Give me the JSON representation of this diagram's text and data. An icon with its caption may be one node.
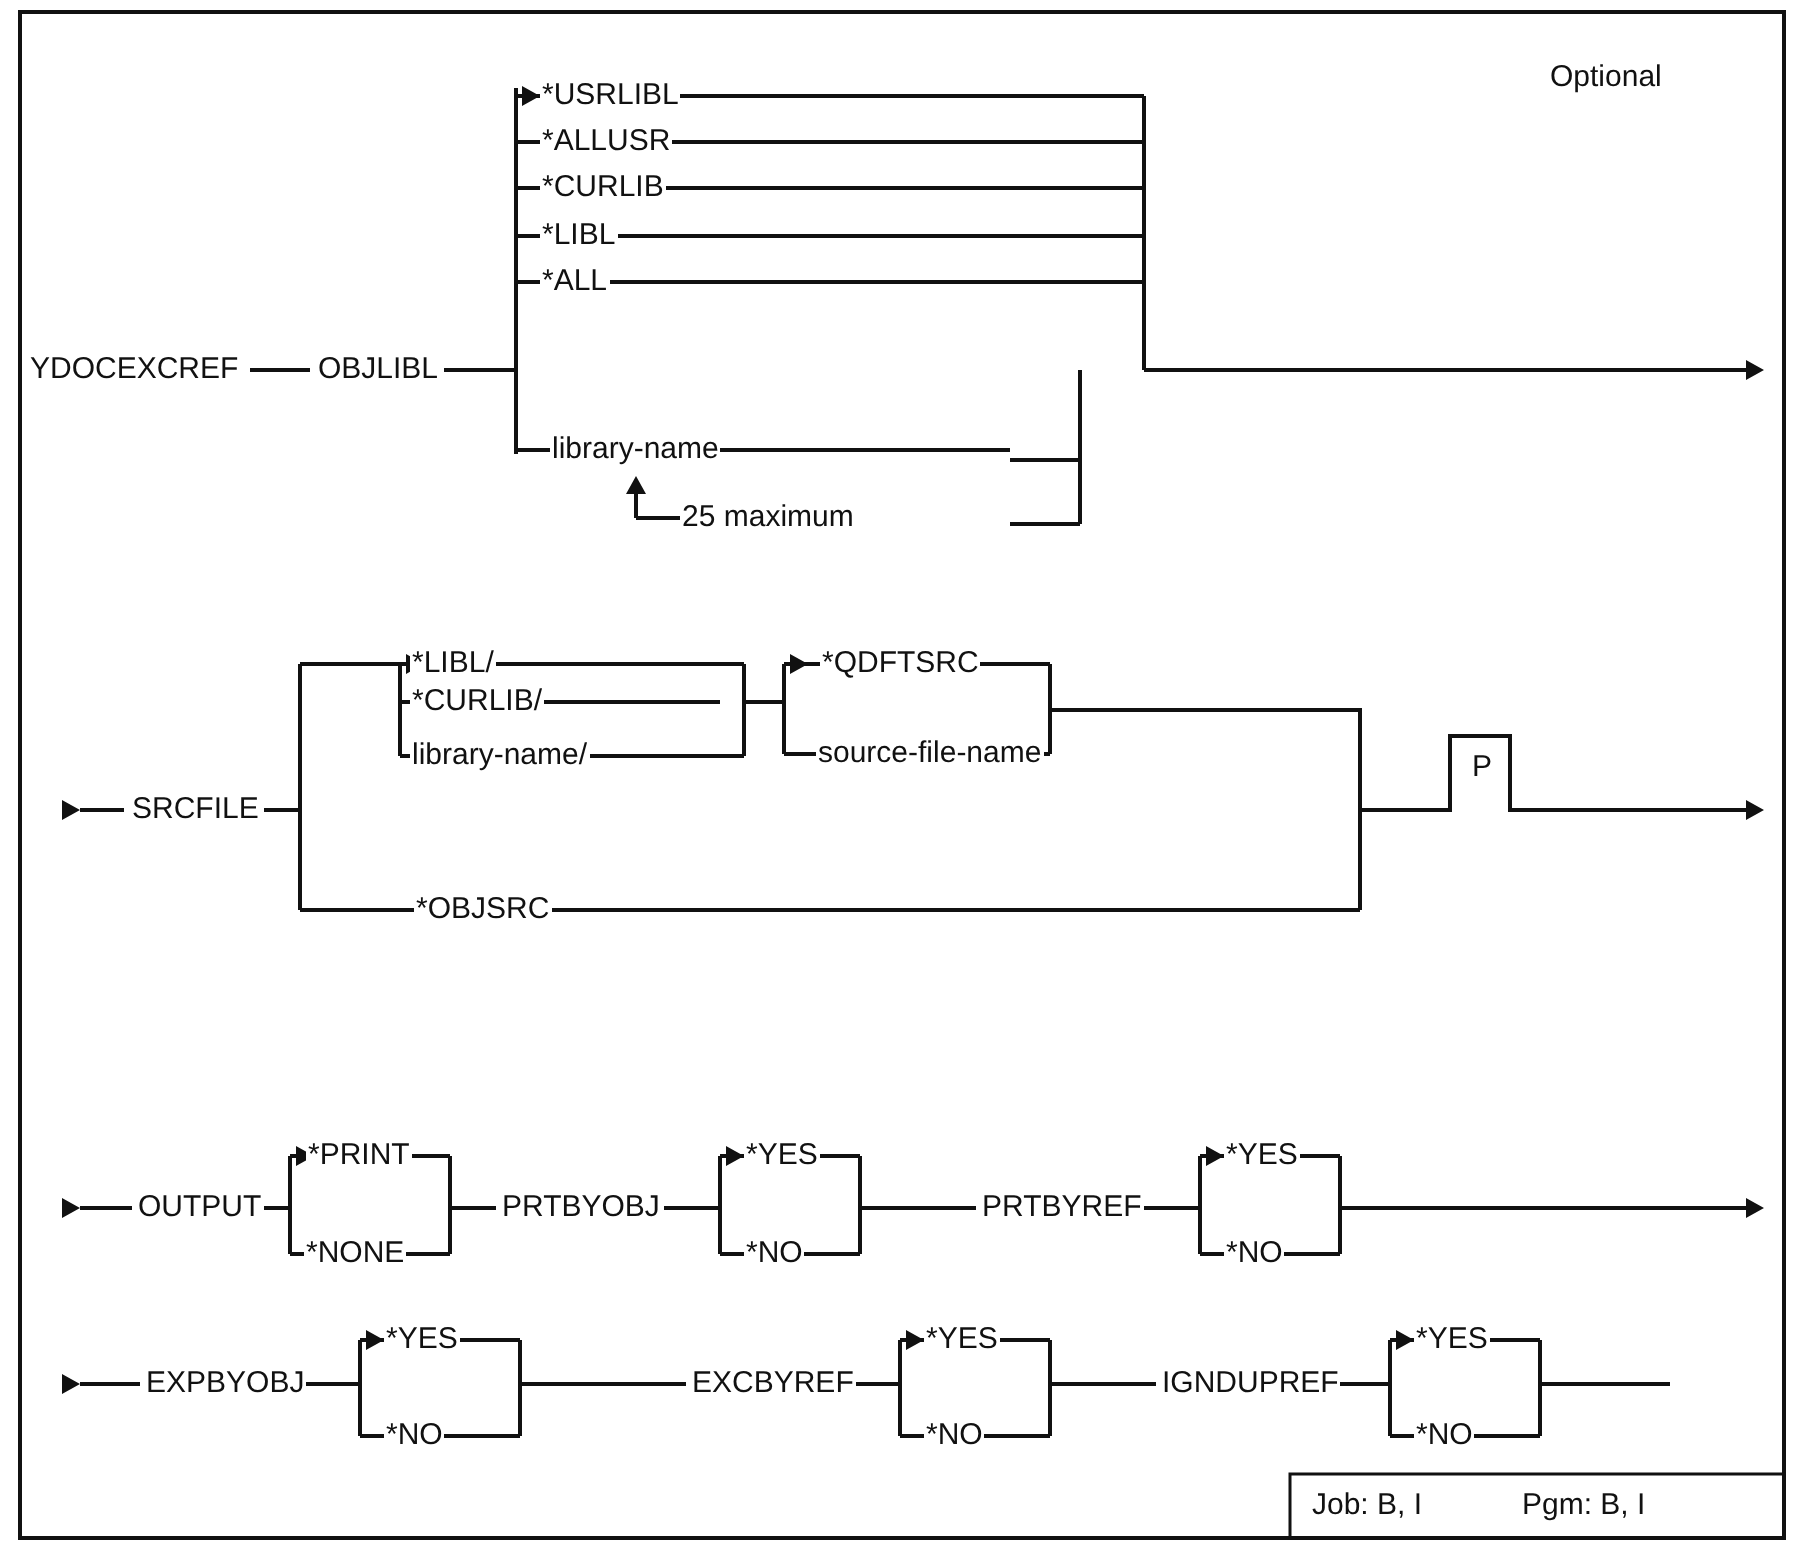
{
  "diagram": {
    "labels": [
      "Optional",
      "*USRLIBL",
      "*ALLUSR",
      "*CURLIB",
      "*LIBL",
      "*ALL",
      "YDOCEXCREF",
      "OBJLIBL",
      "library-name",
      "25 maximum",
      "*LIBL/",
      "*CURLIB/",
      "library-name/",
      "*QDFTSRC",
      "source-file-name",
      "SRCFILE",
      "P",
      "*OBJSRC",
      "*PRINT",
      "OUTPUT",
      "*NONE",
      "PRTBYOBJ",
      "*YES",
      "*NO",
      "PRTBYREF",
      "*YES",
      "*NO",
      "EXPBYOBJ",
      "*YES",
      "*NO",
      "EXCBYREF",
      "*YES",
      "*NO",
      "IGNDUPREF",
      "*YES",
      "*NO",
      "Job: B, I",
      "Pgm: B, I"
    ]
  }
}
